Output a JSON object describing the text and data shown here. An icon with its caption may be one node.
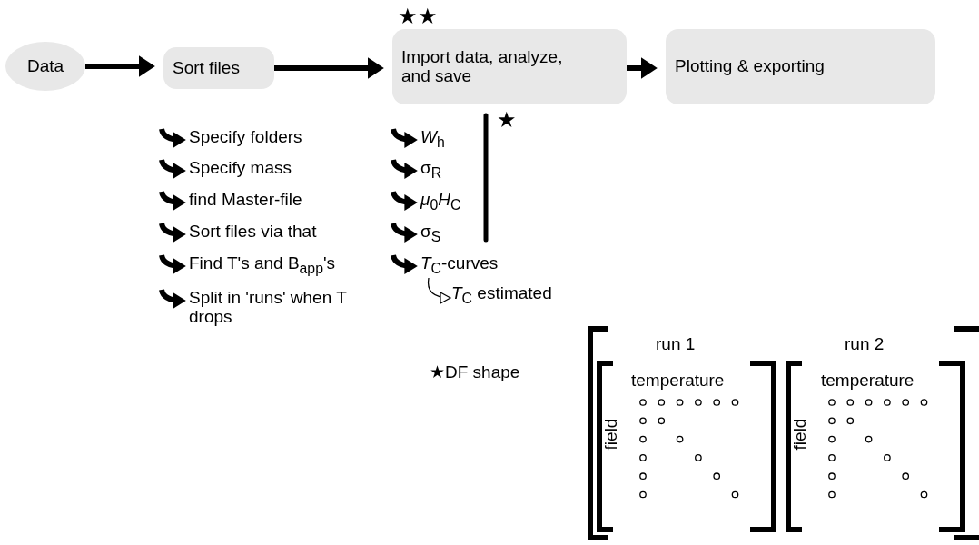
{
  "diagram": {
    "nodes": [
      {
        "text": [
          "Data"
        ]
      },
      {
        "text": [
          "Sort files"
        ]
      },
      {
        "text": [
          "Import data, analyze, and save"
        ]
      },
      {
        "text": [
          "Plotting & exporting"
        ]
      },
      {
        "text": [
          "Specify folders"
        ]
      },
      {
        "text": [
          "Specify mass"
        ]
      },
      {
        "text": [
          "find Master-file"
        ]
      },
      {
        "text": [
          "Sort files via that"
        ]
      },
      {
        "text": [
          "Find T's and B$_{app}$'s"
        ]
      },
      {
        "text": [
          "Split in 'runs' when T drops"
        ]
      },
      {
        "text": [
          "*W*$_{h}$"
        ]
      },
      {
        "text": [
          "σ$_{R}$"
        ]
      },
      {
        "text": [
          "*μ*$_{0}$*H*$_{C}$"
        ]
      },
      {
        "text": [
          "σ$_{S}$"
        ]
      },
      {
        "text": [
          "*T*$_{C}$-curves"
        ]
      },
      {
        "text": [
          "*T*$_{C}$ estimated"
        ]
      }
    ],
    "edges": [
      {
        "from": 0,
        "to": 1,
        "arrow": "to"
      },
      {
        "from": 1,
        "to": 2,
        "arrow": "to"
      },
      {
        "from": 2,
        "to": 3,
        "arrow": "to"
      },
      {
        "from": null,
        "to": 4,
        "arrow": "to"
      },
      {
        "from": null,
        "to": 5,
        "arrow": "to"
      },
      {
        "from": null,
        "to": 6,
        "arrow": "to"
      },
      {
        "from": null,
        "to": 7,
        "arrow": "to"
      },
      {
        "from": null,
        "to": 8,
        "arrow": "to"
      },
      {
        "from": null,
        "to": 9,
        "arrow": "to"
      },
      {
        "from": null,
        "to": 10,
        "arrow": "to"
      },
      {
        "from": null,
        "to": 11,
        "arrow": "to"
      },
      {
        "from": null,
        "to": 12,
        "arrow": "to"
      },
      {
        "from": null,
        "to": 13,
        "arrow": "to"
      },
      {
        "from": null,
        "to": 14,
        "arrow": "to"
      },
      {
        "from": 14,
        "to": 15,
        "arrow": "to"
      }
    ],
    "labels": [
      "★★",
      "★",
      "★DF shape",
      "run 1",
      "temperature",
      "field",
      "run 2",
      "temperature",
      "field"
    ]
  }
}
